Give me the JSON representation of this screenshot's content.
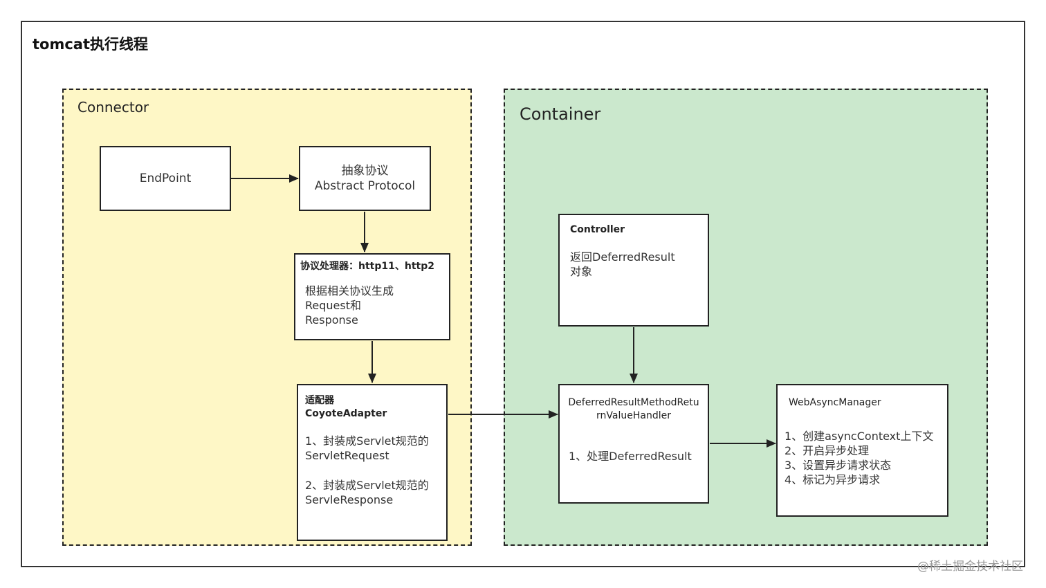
{
  "title": "tomcat执行线程",
  "connector": {
    "label": "Connector",
    "endpoint": "EndPoint",
    "abstract_protocol": {
      "line1": "抽象协议",
      "line2": "Abstract Protocol"
    },
    "processor": {
      "header": "协议处理器：http11、http2",
      "body": [
        "根据相关协议生成",
        "Request和",
        "Response"
      ]
    },
    "adapter": {
      "header1": "适配器",
      "header2": "CoyoteAdapter",
      "item1": [
        "1、封装成Servlet规范的",
        "ServletRequest"
      ],
      "item2": [
        "2、封装成Servlet规范的",
        "ServleResponse"
      ]
    }
  },
  "container": {
    "label": "Container",
    "controller": {
      "header": "Controller",
      "body": [
        "返回DeferredResult",
        "对象"
      ]
    },
    "handler": {
      "header": [
        "DeferredResultMethodRetu",
        "rnValueHandler"
      ],
      "body": "1、处理DeferredResult"
    },
    "web_async_manager": {
      "header": "WebAsyncManager",
      "items": [
        "1、创建asyncContext上下文",
        "2、开启异步处理",
        "3、设置异步请求状态",
        "4、标记为异步请求"
      ]
    }
  },
  "watermark": "@稀土掘金技术社区",
  "colors": {
    "connector_bg": "#fef7c6",
    "container_bg": "#cbe8cd",
    "border": "#222222"
  }
}
